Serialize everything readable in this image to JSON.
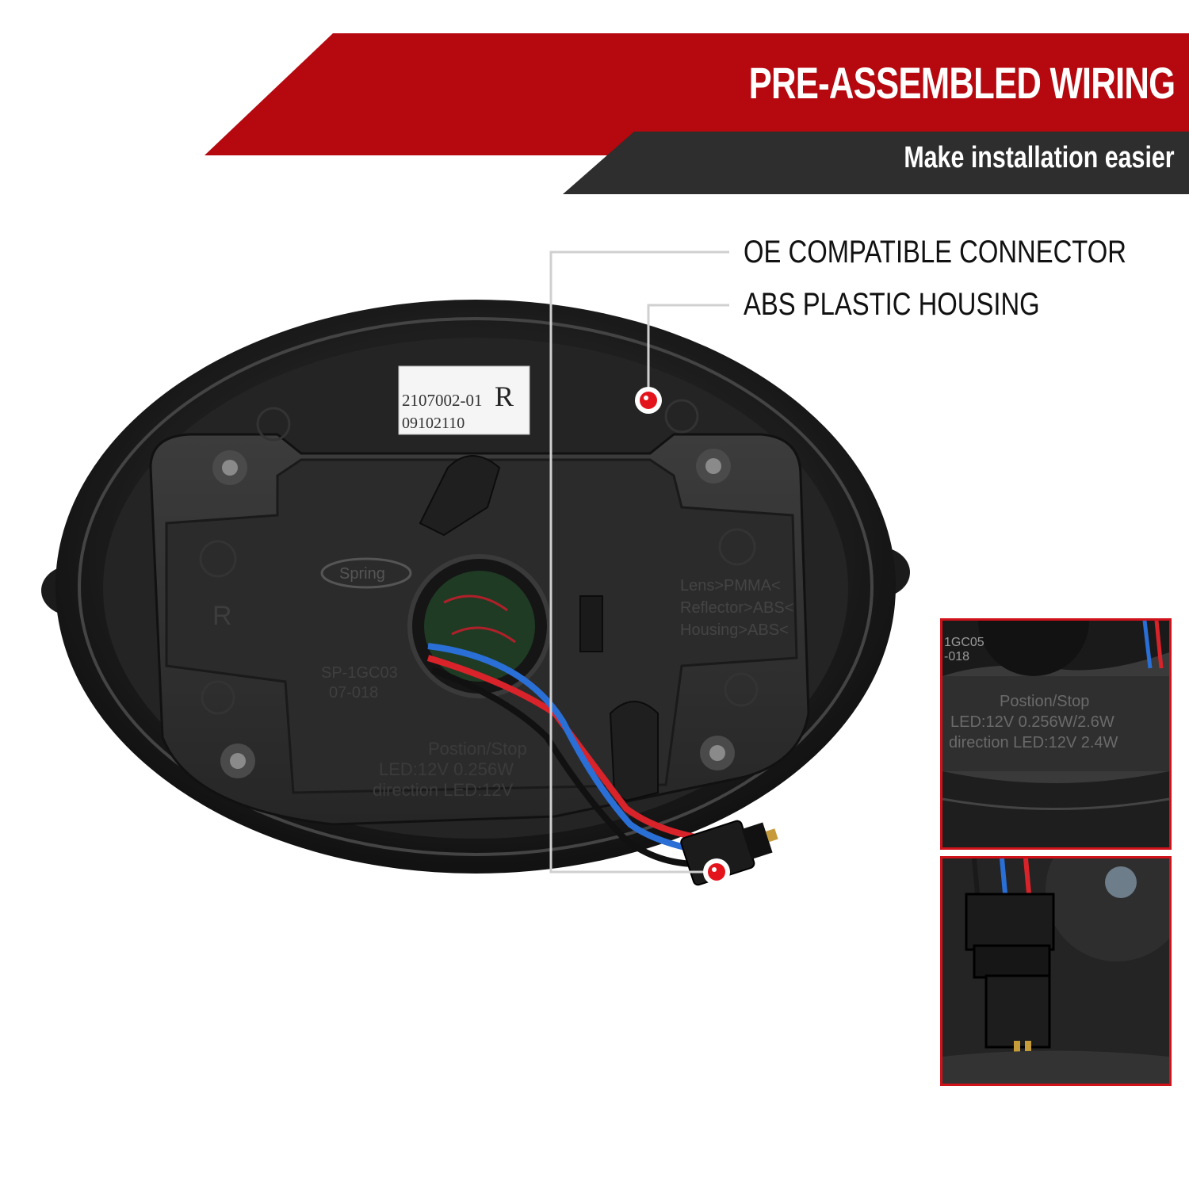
{
  "banner": {
    "title": "PRE-ASSEMBLED WIRING",
    "subtitle": "Make installation easier",
    "red_color": "#b5080f",
    "dark_color": "#2e2e2e"
  },
  "callouts": [
    {
      "label": "OE COMPATIBLE CONNECTOR"
    },
    {
      "label": "ABS PLASTIC HOUSING"
    }
  ],
  "product": {
    "sticker_code": "2107002-01",
    "sticker_side": "R",
    "sticker_serial": "09102110",
    "emboss_brand": "Spring",
    "emboss_side": "R",
    "emboss_part": "SP-1GC03",
    "emboss_part_line2": "07-018",
    "emboss_materials": [
      "Lens>PMMA<",
      "Reflector>ABS<",
      "Housing>ABS<"
    ],
    "emboss_spec": [
      "Postion/Stop",
      "LED:12V 0.256W",
      "direction LED:12V"
    ]
  },
  "insets": {
    "spec_part": [
      "1GC05",
      "-018"
    ],
    "spec_lines": [
      "Postion/Stop",
      "LED:12V 0.256W/2.6W",
      "direction LED:12V 2.4W"
    ]
  },
  "colors": {
    "accent_dot": "#e4141c",
    "inset_border": "#d0121b",
    "wire_red": "#d8232a",
    "wire_blue": "#2a6fd6"
  }
}
